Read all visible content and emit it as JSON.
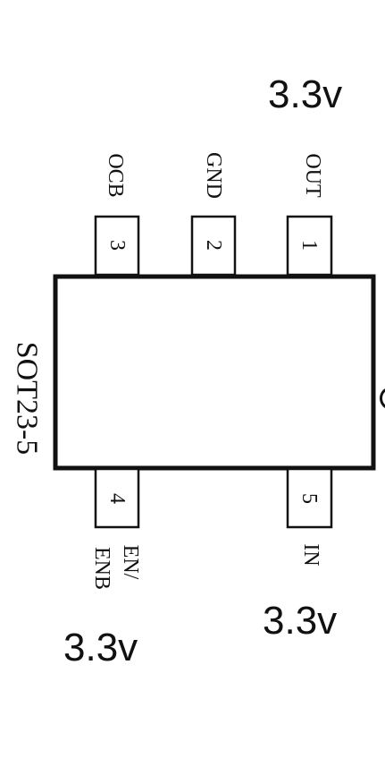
{
  "package_label": "SOT23-5",
  "voltages": {
    "top": "3.3v",
    "right": "3.3v",
    "bottom": "3.3v"
  },
  "pins": [
    {
      "number": "1",
      "name": "OUT"
    },
    {
      "number": "2",
      "name": "GND"
    },
    {
      "number": "3",
      "name": "OCB"
    },
    {
      "number": "4",
      "name_line1": "EN/",
      "name_line2": "ENB"
    },
    {
      "number": "5",
      "name": "IN"
    }
  ]
}
